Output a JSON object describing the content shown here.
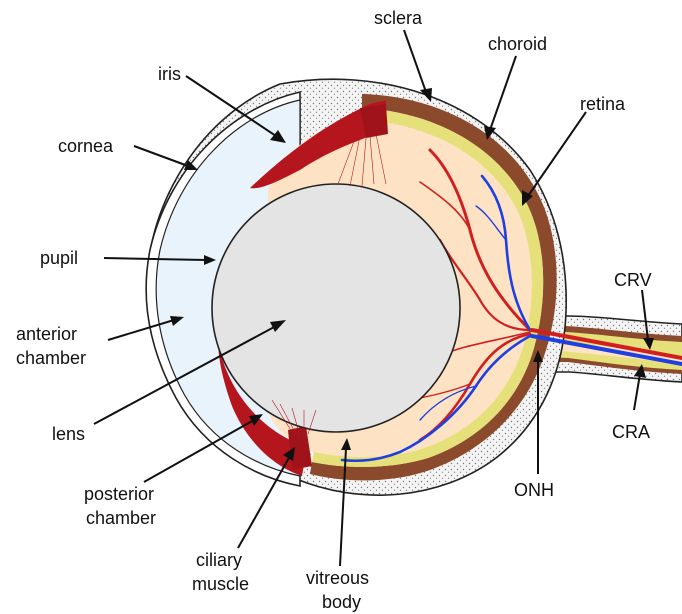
{
  "labels": {
    "sclera": "sclera",
    "choroid": "choroid",
    "iris": "iris",
    "retina": "retina",
    "cornea": "cornea",
    "pupil": "pupil",
    "crv": "CRV",
    "anterior_chamber_line1": "anterior",
    "anterior_chamber_line2": "chamber",
    "lens": "lens",
    "cra": "CRA",
    "onh": "ONH",
    "posterior_chamber_line1": "posterior",
    "posterior_chamber_line2": "chamber",
    "ciliary_muscle_line1": "ciliary",
    "ciliary_muscle_line2": "muscle",
    "vitreous_body_line1": "vitreous",
    "vitreous_body_line2": "body"
  },
  "colors": {
    "sclera": "#f7f7f7",
    "choroid": "#8b4a2b",
    "retina": "#e5e07a",
    "vitreous": "#fde3c4",
    "aqueous": "#e8f3fb",
    "lens": "#e4e4e4",
    "iris": "#b5161e",
    "artery": "#d11f1f",
    "vein": "#1f3fe0"
  }
}
